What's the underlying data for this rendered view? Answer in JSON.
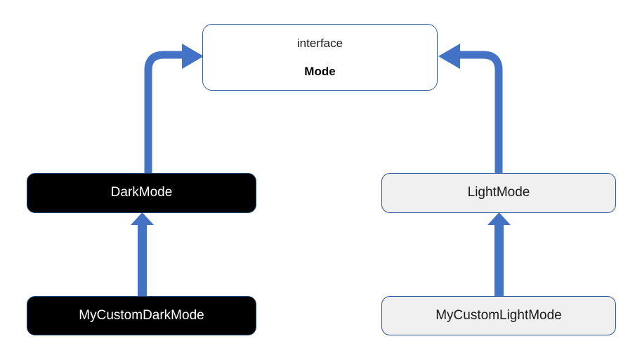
{
  "diagram": {
    "type": "uml-class-diagram",
    "background_color": "#ffffff",
    "arrow_color": "#4472C4",
    "nodes": {
      "interface": {
        "stereotype": "interface",
        "name": "Mode",
        "fill_color": "#ffffff",
        "border_color": "#3a5f9f",
        "text_color": "#000000"
      },
      "dark_mode": {
        "label": "DarkMode",
        "fill_color": "#000000",
        "border_color": "#24406e",
        "text_color": "#ffffff"
      },
      "light_mode": {
        "label": "LightMode",
        "fill_color": "#f0f0f0",
        "border_color": "#2f5496",
        "text_color": "#1a1a1a"
      },
      "my_custom_dark_mode": {
        "label": "MyCustomDarkMode",
        "fill_color": "#000000",
        "border_color": "#24406e",
        "text_color": "#ffffff"
      },
      "my_custom_light_mode": {
        "label": "MyCustomLightMode",
        "fill_color": "#f0f0f0",
        "border_color": "#2f5496",
        "text_color": "#1a1a1a"
      }
    },
    "edges": [
      {
        "from": "dark_mode",
        "to": "interface",
        "style": "elbow-up-right",
        "color": "#4472C4"
      },
      {
        "from": "light_mode",
        "to": "interface",
        "style": "elbow-up-left",
        "color": "#4472C4"
      },
      {
        "from": "my_custom_dark_mode",
        "to": "dark_mode",
        "style": "straight-up",
        "color": "#4472C4"
      },
      {
        "from": "my_custom_light_mode",
        "to": "light_mode",
        "style": "straight-up",
        "color": "#4472C4"
      }
    ]
  }
}
